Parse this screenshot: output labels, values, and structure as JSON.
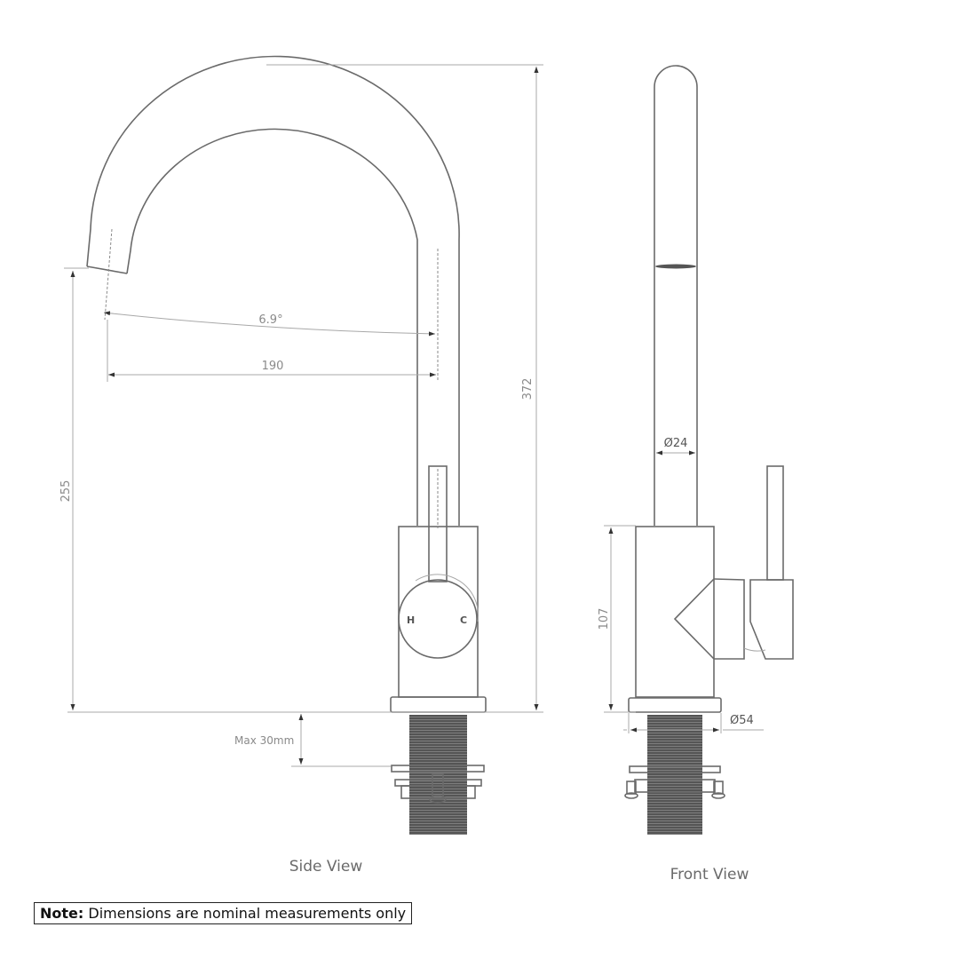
{
  "side_view": {
    "label": "Side View",
    "dimensions": {
      "total_height": "372",
      "spout_height": "255",
      "reach": "190",
      "angle": "6.9°",
      "mount_thickness": "Max 30mm"
    },
    "handle_labels": {
      "hot": "H",
      "cold": "C"
    }
  },
  "front_view": {
    "label": "Front View",
    "dimensions": {
      "spout_diameter": "Ø24",
      "body_height": "107",
      "base_diameter": "Ø54"
    }
  },
  "note": {
    "prefix": "Note:",
    "text": " Dimensions are nominal measurements only"
  }
}
